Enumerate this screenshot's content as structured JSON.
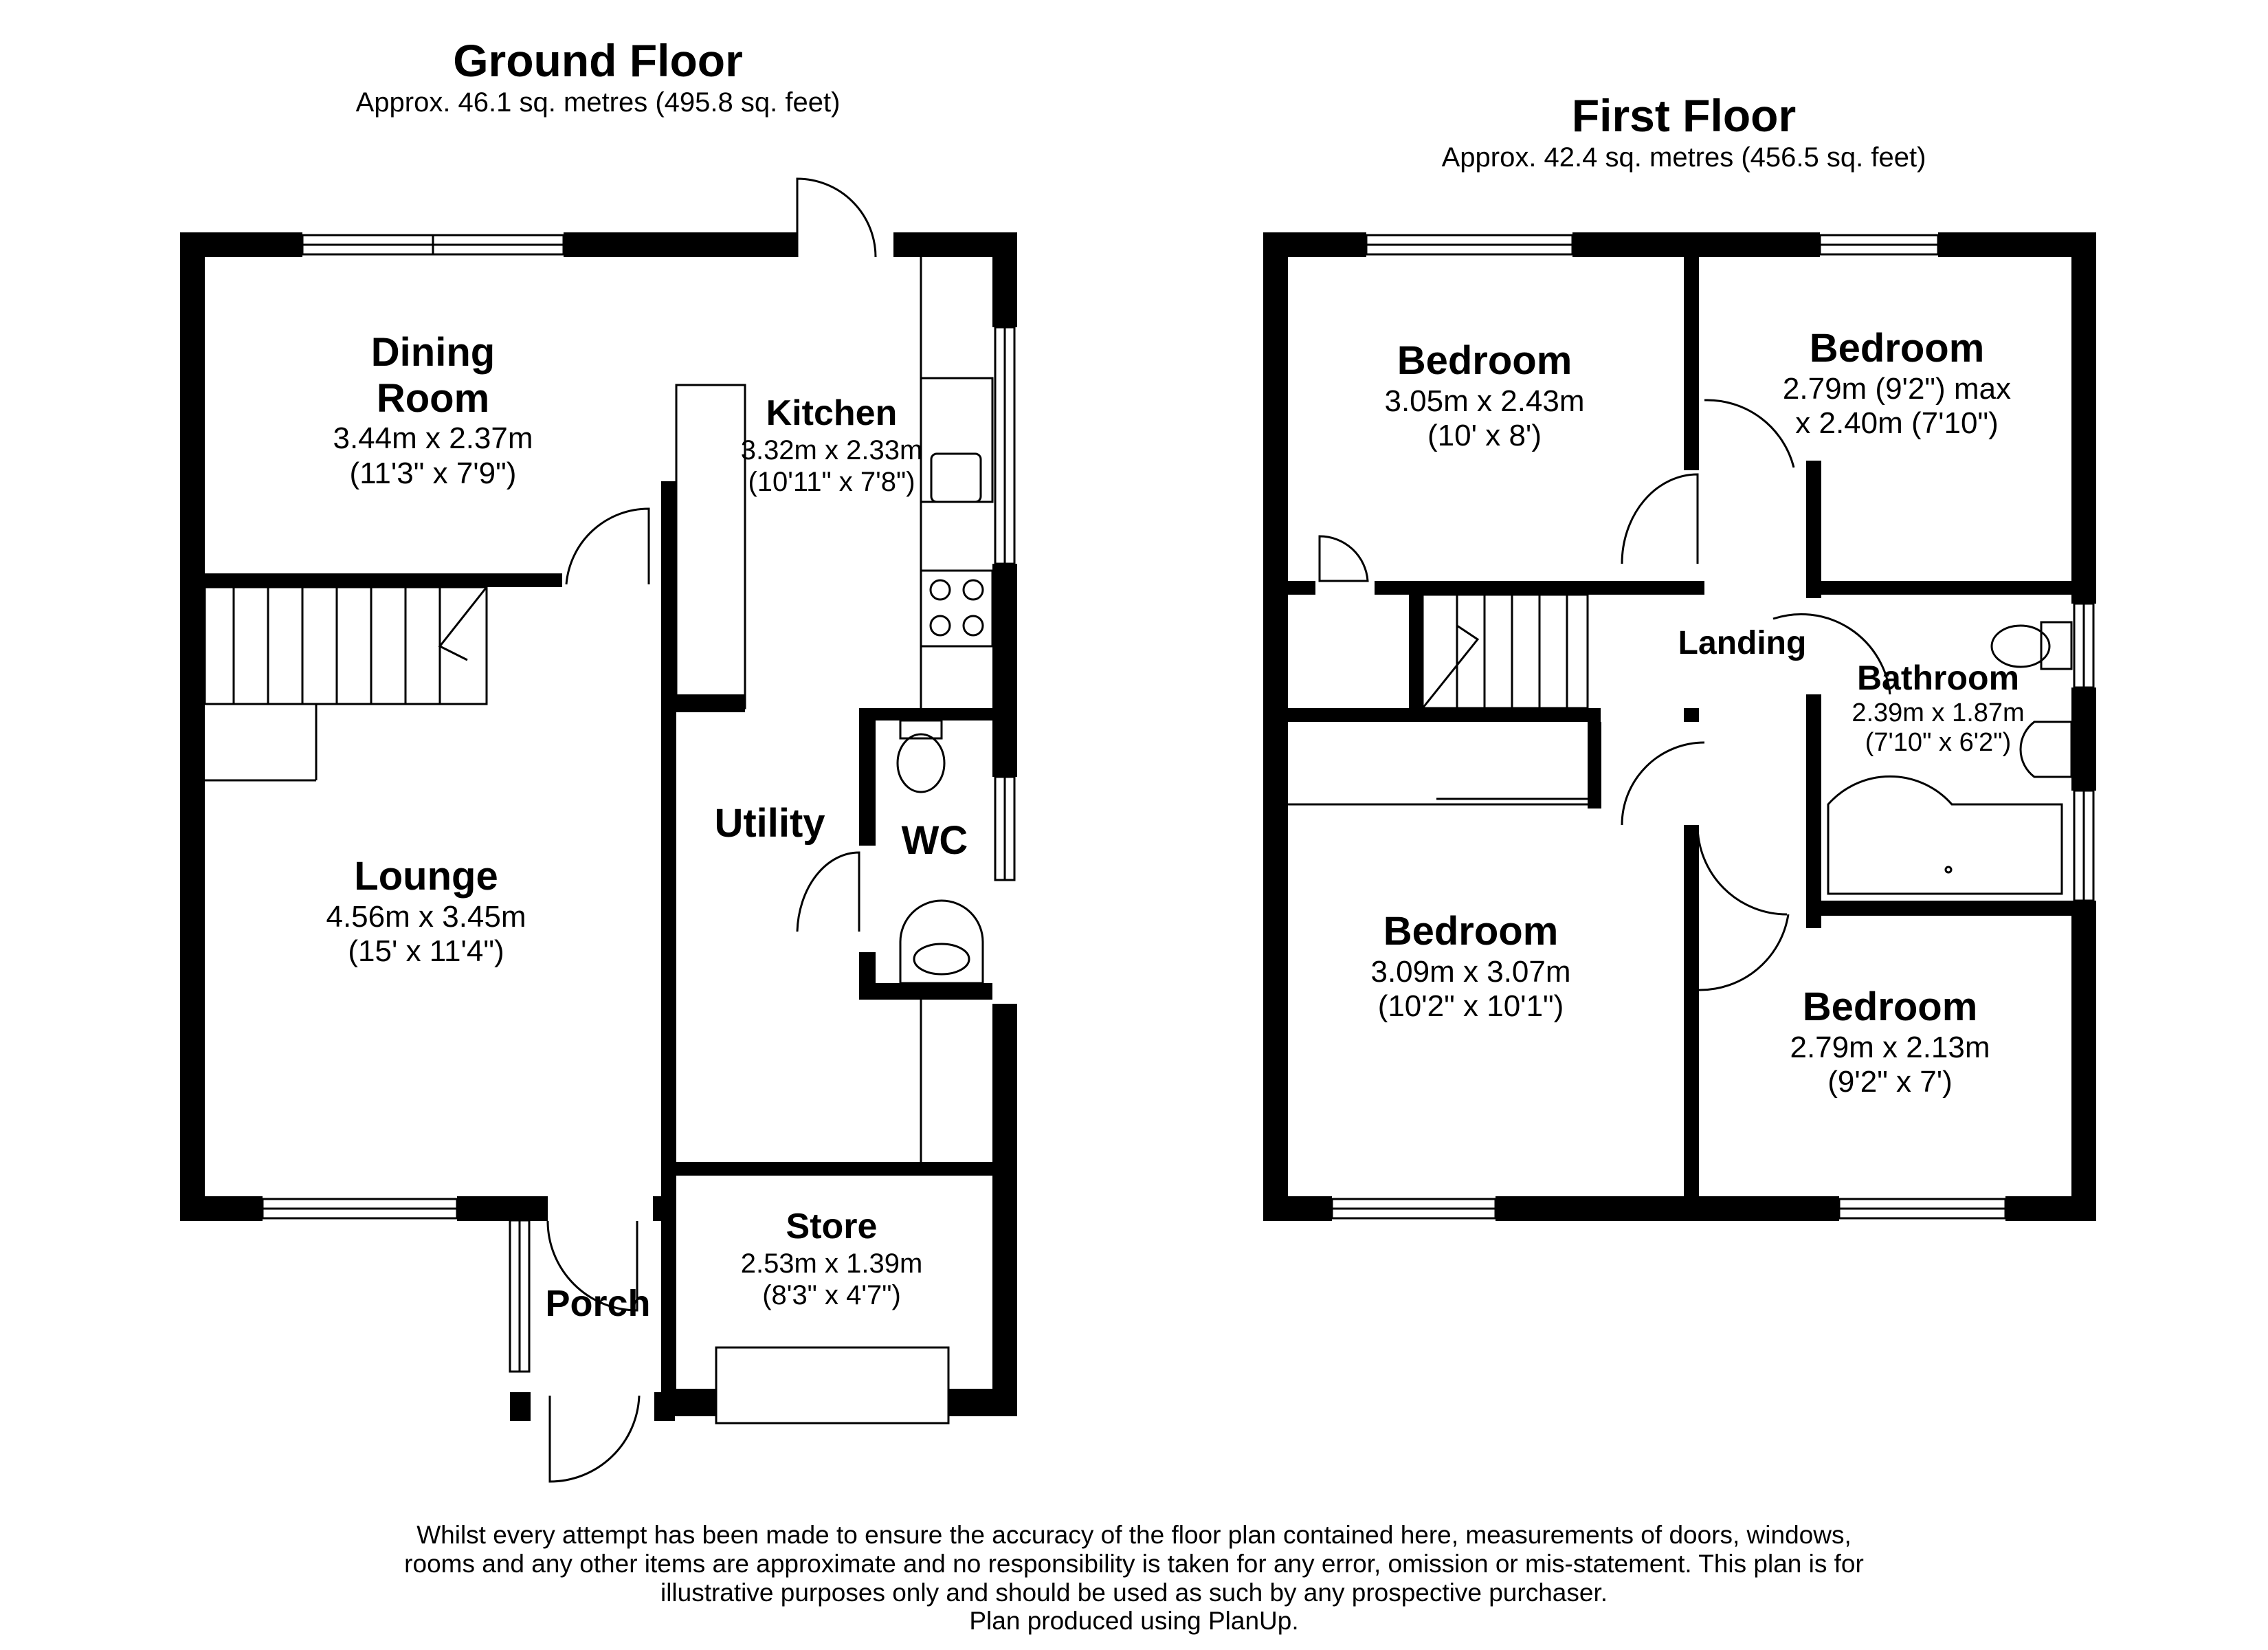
{
  "ground_floor": {
    "title": "Ground Floor",
    "area": "Approx. 46.1 sq. metres (495.8 sq. feet)",
    "rooms": {
      "dining": {
        "name": "Dining\nRoom",
        "dims": [
          "3.44m x 2.37m",
          "(11'3\" x 7'9\")"
        ]
      },
      "kitchen": {
        "name": "Kitchen",
        "dims": [
          "3.32m x 2.33m",
          "(10'11\" x 7'8\")"
        ]
      },
      "utility": {
        "name": "Utility",
        "dims": []
      },
      "wc": {
        "name": "WC",
        "dims": []
      },
      "lounge": {
        "name": "Lounge",
        "dims": [
          "4.56m x 3.45m",
          "(15' x 11'4\")"
        ]
      },
      "store": {
        "name": "Store",
        "dims": [
          "2.53m x 1.39m",
          "(8'3\" x 4'7\")"
        ]
      },
      "porch": {
        "name": "Porch",
        "dims": []
      }
    }
  },
  "first_floor": {
    "title": "First Floor",
    "area": "Approx. 42.4 sq. metres (456.5 sq. feet)",
    "rooms": {
      "bedroom1": {
        "name": "Bedroom",
        "dims": [
          "3.05m x 2.43m",
          "(10' x 8')"
        ]
      },
      "bedroom2": {
        "name": "Bedroom",
        "dims": [
          "2.79m (9'2\") max",
          "x 2.40m (7'10\")"
        ]
      },
      "landing": {
        "name": "Landing",
        "dims": []
      },
      "bathroom": {
        "name": "Bathroom",
        "dims": [
          "2.39m x 1.87m",
          "(7'10\" x 6'2\")"
        ]
      },
      "bedroom3": {
        "name": "Bedroom",
        "dims": [
          "3.09m x 3.07m",
          "(10'2\" x 10'1\")"
        ]
      },
      "bedroom4": {
        "name": "Bedroom",
        "dims": [
          "2.79m x 2.13m",
          "(9'2\" x 7')"
        ]
      }
    }
  },
  "disclaimer": [
    "Whilst every attempt has been made to ensure the accuracy of the floor plan contained here, measurements of doors, windows,",
    "rooms and any other items are approximate and no responsibility is taken for any error, omission or mis-statement. This plan is for",
    "illustrative purposes only and should be used as such by any prospective purchaser.",
    "Plan produced using PlanUp."
  ],
  "colors": {
    "wall": "#000000",
    "fixture": "#000000",
    "background": "#ffffff"
  }
}
